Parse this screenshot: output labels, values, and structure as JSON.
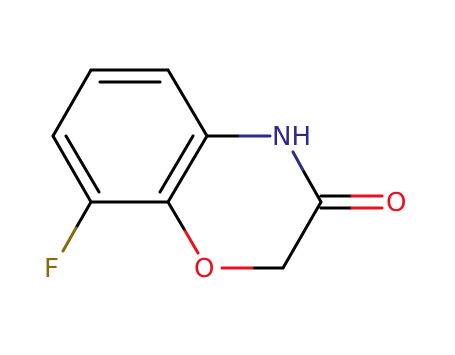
{
  "molecule": {
    "atom_labels": {
      "nh": "NH",
      "carbonyl_o": "O",
      "ring_o": "O",
      "fluorine": "F"
    },
    "colors": {
      "bond": "#000000",
      "nitrogen": "#2e2a8a",
      "oxygen": "#e8121c",
      "fluorine": "#8a6a10"
    }
  }
}
